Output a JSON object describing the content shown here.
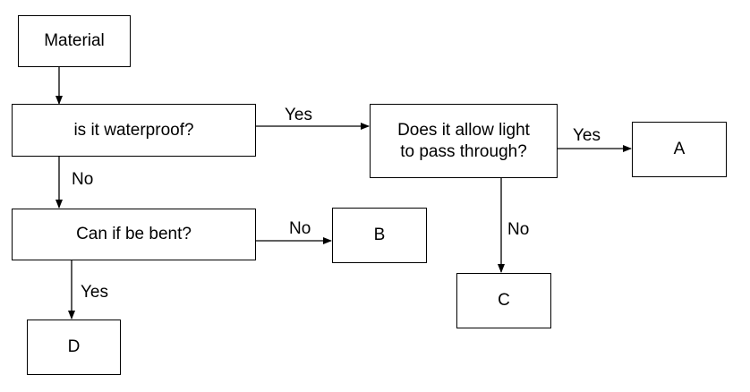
{
  "nodes": {
    "material": "Material",
    "waterproof": "is it waterproof?",
    "light_line1": "Does it allow light",
    "light_line2": "to pass through?",
    "bent": "Can if be bent?",
    "a": "A",
    "b": "B",
    "c": "C",
    "d": "D"
  },
  "edges": {
    "waterproof_yes": "Yes",
    "waterproof_no": "No",
    "light_yes": "Yes",
    "light_no": "No",
    "bent_no": "No",
    "bent_yes": "Yes"
  },
  "colors": {
    "line": "#000000",
    "background": "#ffffff"
  }
}
